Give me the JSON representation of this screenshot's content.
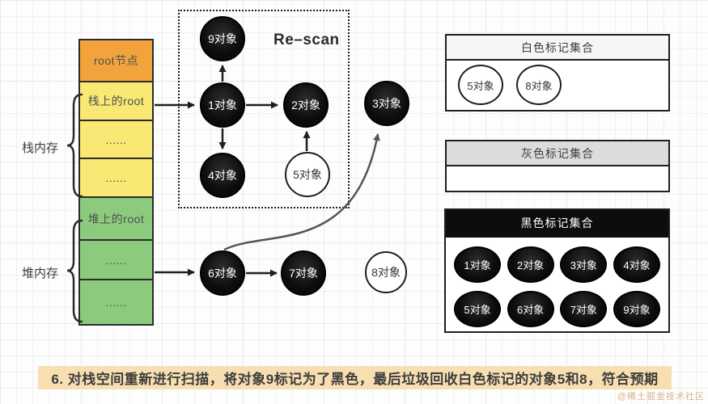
{
  "memory": {
    "stack_region_label": "栈内存",
    "heap_region_label": "堆内存",
    "cells": [
      {
        "label": "root节点",
        "type": "orange"
      },
      {
        "label": "栈上的root",
        "type": "yellow"
      },
      {
        "label": "......",
        "type": "yellow"
      },
      {
        "label": "......",
        "type": "yellow"
      },
      {
        "label": "堆上的root",
        "type": "green"
      },
      {
        "label": "......",
        "type": "green"
      },
      {
        "label": "......",
        "type": "green"
      }
    ]
  },
  "rescan_box": {
    "title": "Re–scan"
  },
  "graph": {
    "nodes": {
      "n1": {
        "label": "1对象",
        "color": "black"
      },
      "n2": {
        "label": "2对象",
        "color": "black"
      },
      "n3": {
        "label": "3对象",
        "color": "black"
      },
      "n4": {
        "label": "4对象",
        "color": "black"
      },
      "n5": {
        "label": "5对象",
        "color": "white"
      },
      "n6": {
        "label": "6对象",
        "color": "black"
      },
      "n7": {
        "label": "7对象",
        "color": "black"
      },
      "n8": {
        "label": "8对象",
        "color": "white"
      },
      "n9": {
        "label": "9对象",
        "color": "black"
      }
    },
    "edges": [
      "栈上的root→1对象",
      "1对象→9对象",
      "1对象→2对象",
      "1对象→4对象",
      "5对象→2对象",
      "堆......→6对象",
      "6对象→7对象",
      "6对象→3对象"
    ]
  },
  "sets": {
    "white": {
      "title": "白色标记集合",
      "items": [
        "5对象",
        "8对象"
      ]
    },
    "gray": {
      "title": "灰色标记集合",
      "items": []
    },
    "black": {
      "title": "黑色标记集合",
      "items": [
        "1对象",
        "2对象",
        "3对象",
        "4对象",
        "5对象",
        "6对象",
        "7对象",
        "9对象"
      ]
    }
  },
  "caption": "6. 对栈空间重新进行扫描，将对象9标记为了黑色，最后垃圾回收白色标记的对象5和8，符合预期",
  "watermark": "@稀土掘金技术社区",
  "colors": {
    "root_cell": "#F2A33C",
    "stack_cell": "#F9E874",
    "heap_cell": "#8CCB7E",
    "black_node": "#0D0D0D",
    "white_node": "#FFFFFF",
    "caption_bg": "#F8DFB2",
    "white_set_header_bg": "#F6F6F6",
    "gray_set_header_bg": "#DCDCDC",
    "black_set_header_bg": "#0D0D0D"
  }
}
